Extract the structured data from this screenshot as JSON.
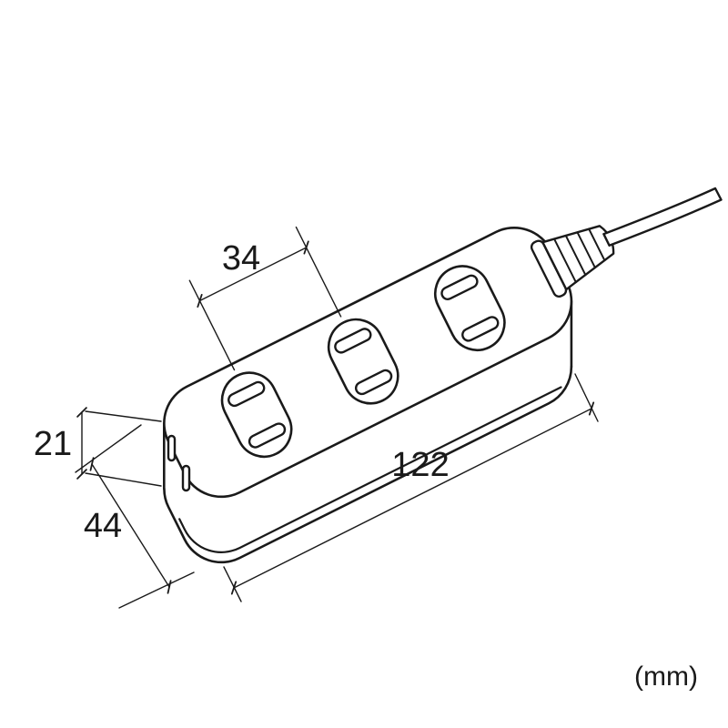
{
  "figure": {
    "subject": "power-strip-outline-dimension-drawing",
    "unit_label": "(mm)"
  },
  "dimensions": {
    "outlet_pitch": "34",
    "body_height": "21",
    "body_depth": "44",
    "body_length": "122"
  },
  "counts": {
    "top_outlets": 3,
    "side_outlets": 1,
    "slots_per_outlet": 2
  },
  "colors": {
    "line": "#1a1a1a",
    "background": "#ffffff"
  }
}
